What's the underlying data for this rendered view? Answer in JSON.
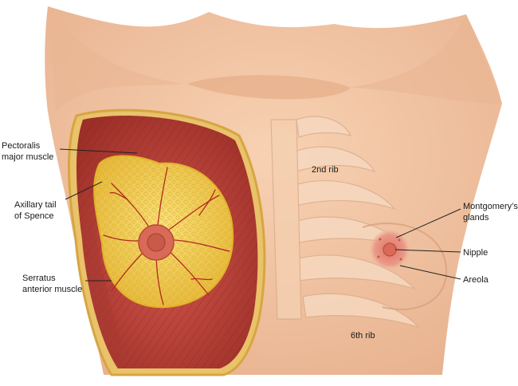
{
  "labels": {
    "pectoralis_line1": "Pectoralis",
    "pectoralis_line2": "major muscle",
    "axillary_line1": "Axillary tail",
    "axillary_line2": "of Spence",
    "serratus_line1": "Serratus",
    "serratus_line2": "anterior muscle",
    "rib2": "2nd rib",
    "rib6": "6th rib",
    "montgomery_line1": "Montgomery’s",
    "montgomery_line2": "glands",
    "nipple": "Nipple",
    "areola": "Areola"
  },
  "colors": {
    "skin": "#f2c6a2",
    "skin_shadow": "#e2a883",
    "muscle": "#c2413a",
    "muscle_dark": "#8f2a25",
    "gland_fat": "#f3d24a",
    "gland_border": "#e3b42a",
    "areola": "#e78a7c",
    "vessel": "#b22a20",
    "rib": "#f6d8bf",
    "rib_outline": "#dcae8c",
    "line": "#222222"
  }
}
